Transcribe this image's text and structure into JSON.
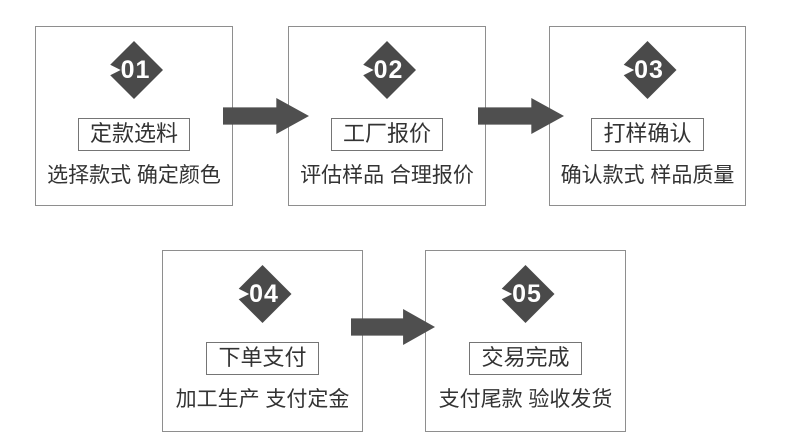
{
  "diagram_title": "",
  "colors": {
    "diamond": "#4a4a4a",
    "arrow": "#4f4f4f",
    "box_border": "#8e8e8e",
    "title_border": "#757575",
    "text": "#333333",
    "background": "#ffffff"
  },
  "steps": [
    {
      "number": "01",
      "title": "定款选料",
      "description": "选择款式 确定颜色"
    },
    {
      "number": "02",
      "title": "工厂报价",
      "description": "评估样品 合理报价"
    },
    {
      "number": "03",
      "title": "打样确认",
      "description": "确认款式 样品质量"
    },
    {
      "number": "04",
      "title": "下单支付",
      "description": "加工生产 支付定金"
    },
    {
      "number": "05",
      "title": "交易完成",
      "description": "支付尾款 验收发货"
    }
  ],
  "arrows": [
    {
      "from": "01",
      "to": "02",
      "direction": "right"
    },
    {
      "from": "02",
      "to": "03",
      "direction": "right"
    },
    {
      "from": "04",
      "to": "05",
      "direction": "right"
    }
  ]
}
